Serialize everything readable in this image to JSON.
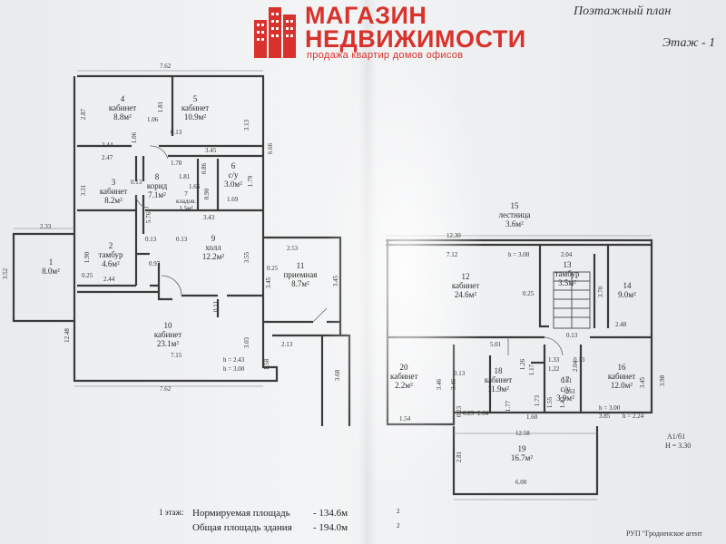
{
  "watermark": {
    "line1": "МАГАЗИН",
    "line2": "НЕДВИЖИМОСТИ",
    "tagline": "продажа квартир домов офисов",
    "color": "#d9312b"
  },
  "header": {
    "title": "Поэтажный план",
    "floor": "Этаж - 1"
  },
  "rooms": [
    {
      "num": "1",
      "name": "",
      "area": "8.0м²"
    },
    {
      "num": "2",
      "name": "тамбур",
      "area": "4.6м²"
    },
    {
      "num": "3",
      "name": "кабинет",
      "area": "8.2м²"
    },
    {
      "num": "4",
      "name": "кабинет",
      "area": "8.8м²"
    },
    {
      "num": "5",
      "name": "кабинет",
      "area": "10.9м²"
    },
    {
      "num": "6",
      "name": "с/у",
      "area": "3.0м²"
    },
    {
      "num": "7",
      "name": "кладов.",
      "area": "1.5м²"
    },
    {
      "num": "8",
      "name": "корид",
      "area": "7.1м²"
    },
    {
      "num": "9",
      "name": "холл",
      "area": "12.2м²"
    },
    {
      "num": "10",
      "name": "кабинет",
      "area": "23.1м²"
    },
    {
      "num": "11",
      "name": "приемная",
      "area": "8.7м²"
    },
    {
      "num": "12",
      "name": "кабинет",
      "area": "24.6м²"
    },
    {
      "num": "13",
      "name": "тамбур",
      "area": "3.5м²"
    },
    {
      "num": "14",
      "name": "",
      "area": "9.0м²"
    },
    {
      "num": "15",
      "name": "лестница",
      "area": "3.6м²"
    },
    {
      "num": "16",
      "name": "кабинет",
      "area": "12.0м²"
    },
    {
      "num": "17",
      "name": "с/у",
      "area": "3.9м²"
    },
    {
      "num": "18",
      "name": "кабинет",
      "area": "11.9м²"
    },
    {
      "num": "19",
      "name": "",
      "area": "16.7м²"
    },
    {
      "num": "20",
      "name": "кабинет",
      "area": "2.2м²"
    }
  ],
  "dimensions": {
    "d762_top": "7.62",
    "d762_bot": "7.62",
    "d233": "2.33",
    "d352": "3.52",
    "d287": "2.87",
    "d181": "1.81",
    "d106": "1.06",
    "d106b": "1.06",
    "d013a": "0.13",
    "d244a": "2.44",
    "d345a": "3.45",
    "d313": "3.13",
    "d666": "6.66",
    "d247": "2.47",
    "d178": "1.78",
    "d181b": "1.81",
    "d086": "0.86",
    "d166": "1.66",
    "d090": "0.90",
    "d179": "1.79",
    "d013b": "0.13",
    "d331": "3.31",
    "d576": "5.76",
    "d169": "1.69",
    "d343": "3.43",
    "d190": "1.90",
    "d013c": "0.13",
    "d013d": "0.13",
    "d097": "0.97",
    "d025a": "0.25",
    "d244b": "2.44",
    "d253": "2.53",
    "d355": "3.55",
    "d025b": "0.25",
    "d345b": "3.45",
    "d345c": "3.45",
    "d011": "0.11",
    "d248": "12.48",
    "d303": "3.03",
    "d715": "7.15",
    "d213": "2.13",
    "d158": "1.58",
    "d368": "3.68",
    "h243": "h = 2.43",
    "h300a": "h = 3.00",
    "d1230": "12.30",
    "d712": "7.12",
    "h300b": "h = 3.00",
    "d204": "2.04",
    "d025c": "0.25",
    "d370": "3.70",
    "d248b": "2.48",
    "d501": "5.01",
    "d013e": "0.13",
    "d346a": "3.46",
    "d346b": "3.46",
    "d126": "1.26",
    "d133": "1.33",
    "d122": "1.22",
    "d013f": "0.13",
    "d061a": "0.61",
    "d061b": "0.61",
    "d117": "1.17",
    "d204b": "2.04",
    "d173": "1.73",
    "d177": "1.77",
    "d155": "1.55",
    "d142": "1.42",
    "d160": "1.60",
    "d345d": "3.45",
    "d398": "3.98",
    "d385": "3.85",
    "h300c": "h = 3.00",
    "h224": "h = 2.24",
    "d264": "2.64",
    "d025d": "0.25",
    "d1258": "12.58",
    "d281": "2.81",
    "d600": "6.00",
    "d154": "1.54",
    "d023": "0.23",
    "stamp_a": "А1/б1",
    "stamp_h": "Н = 3.30"
  },
  "summary": {
    "floor_label": "1 этаж:",
    "norm_label": "Нормируемая площадь",
    "norm_value": "- 134.6м",
    "norm_sup": "2",
    "total_label": "Общая площадь здания",
    "total_value": "- 194.0м",
    "total_sup": "2"
  },
  "footer": {
    "org": "РУП \"Гродненское агент"
  }
}
